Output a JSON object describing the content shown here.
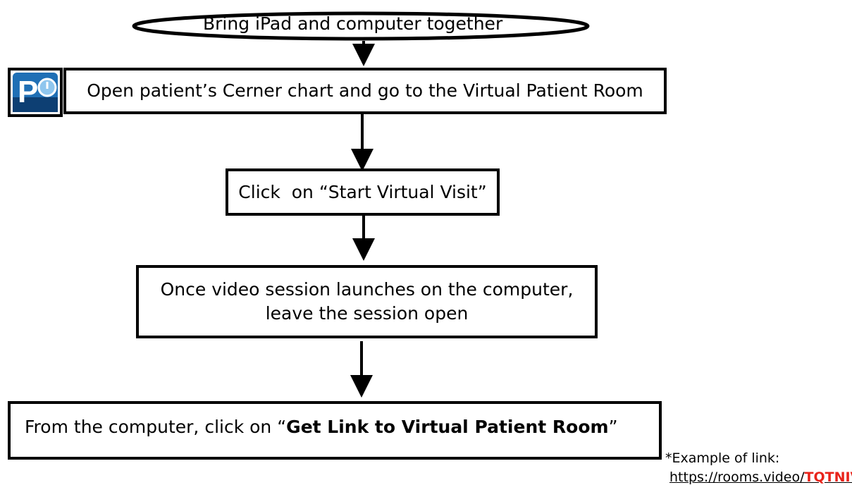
{
  "flow": {
    "start": "Bring iPad and computer together",
    "step1": "Open patient’s Cerner chart and go to the Virtual Patient Room",
    "step2": "Click  on “Start Virtual Visit”",
    "step3_line1": "Once video session launches on the computer,",
    "step3_line2": "leave the session open",
    "step4_prefix": "From the computer, click on “",
    "step4_bold": "Get Link to Virtual Patient Room",
    "step4_suffix": "”"
  },
  "note": {
    "label": "*Example of link:",
    "link_base": "https://rooms.video/",
    "link_code": "TQTNIV"
  },
  "icons": {
    "app_icon": "powerchart-icon",
    "app_icon_letter": "P"
  },
  "colors": {
    "link_code": "#e8231a",
    "icon_blue": "#1f6fb5"
  }
}
